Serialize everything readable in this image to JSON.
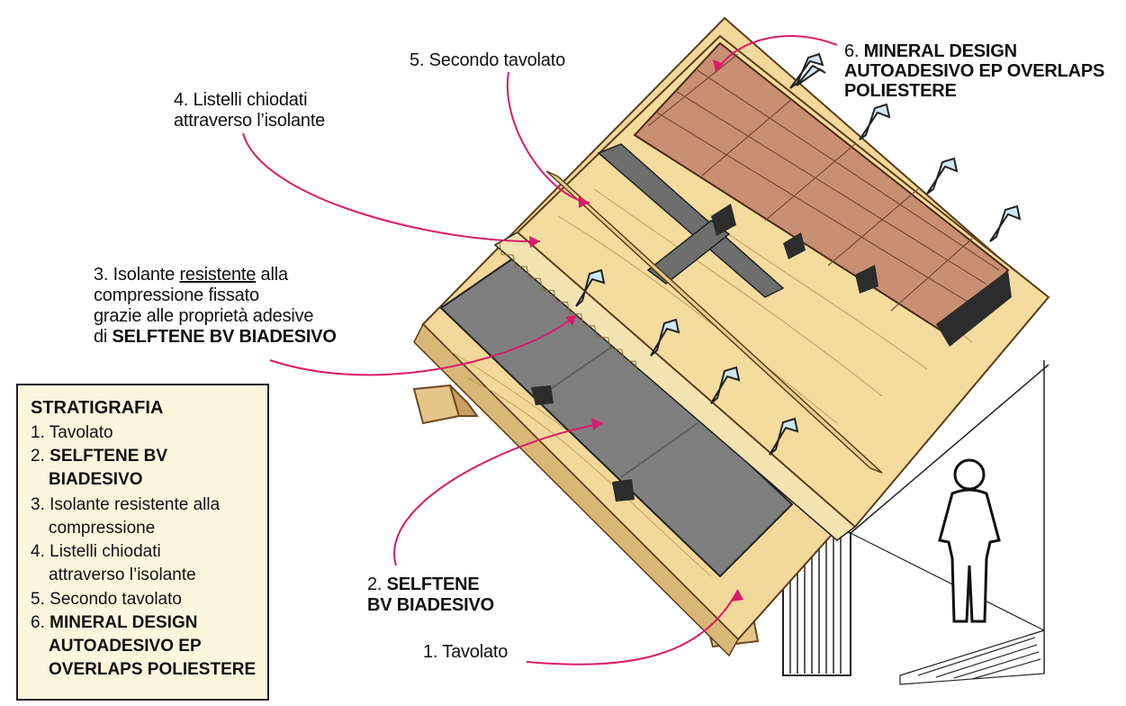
{
  "labels": {
    "l1": {
      "num": "1.",
      "text": "Tavolato"
    },
    "l2": {
      "num": "2.",
      "line1": "SELFTENE",
      "line2": "BV BIADESIVO"
    },
    "l3": {
      "num": "3.",
      "pre": "Isolante",
      "underlined": "resistente",
      "post": "alla",
      "line2": "compressione fissato",
      "line3": "grazie alle proprietà adesive",
      "line4_pre": "di",
      "line4_bold": "SELFTENE BV BIADESIVO"
    },
    "l4": {
      "num": "4.",
      "line1": "Listelli chiodati",
      "line2": "attraverso l’isolante"
    },
    "l5": {
      "num": "5.",
      "text": "Secondo tavolato"
    },
    "l6": {
      "num": "6.",
      "line1": "MINERAL DESIGN",
      "line2": "AUTOADESIVO EP OVERLAPS",
      "line3": "POLIESTERE"
    }
  },
  "legend": {
    "title": "STRATIGRAFIA",
    "items": [
      {
        "num": "1.",
        "lines": [
          "Tavolato"
        ],
        "bold": false
      },
      {
        "num": "2.",
        "lines": [
          "SELFTENE BV",
          "BIADESIVO"
        ],
        "bold": true
      },
      {
        "num": "3.",
        "lines": [
          "Isolante resistente alla",
          "compressione"
        ],
        "bold": false
      },
      {
        "num": "4.",
        "lines": [
          "Listelli chiodati",
          "attraverso l’isolante"
        ],
        "bold": false
      },
      {
        "num": "5.",
        "lines": [
          "Secondo tavolato"
        ],
        "bold": false
      },
      {
        "num": "6.",
        "lines": [
          "MINERAL DESIGN",
          "AUTOADESIVO EP",
          "OVERLAPS POLIESTERE"
        ],
        "bold": true
      }
    ]
  },
  "colors": {
    "leader": "#d81b6b",
    "wood": "#f2d89a",
    "wood_dark": "#d9b877",
    "membrane": "#7f7f7f",
    "insulation": "#f3e3b0",
    "shingle": "#c98f73",
    "arrow_fill": "#cfe8f6",
    "legend_bg": "#fbf6dd"
  }
}
